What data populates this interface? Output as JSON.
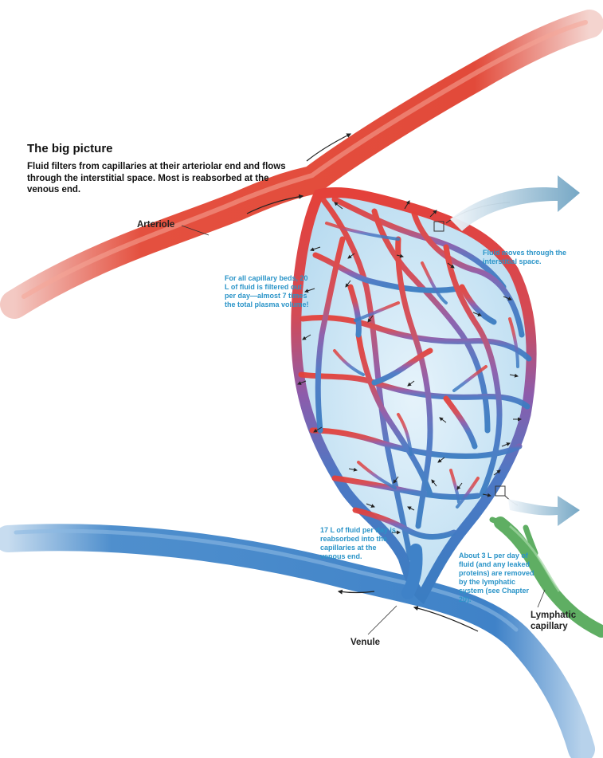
{
  "title": "The big picture",
  "intro": "Fluid filters from capillaries at their arteriolar end and flows through the interstitial space. Most is reabsorbed at the venous end.",
  "labels": {
    "arteriole": "Arteriole",
    "venule": "Venule",
    "lymphatic": "Lymphatic capillary"
  },
  "notes": {
    "filtered": "For all capillary beds, 20 L of fluid is filtered out per day—almost 7 times the total plasma volume!",
    "interstitial": "Fluid moves through the interstitial space.",
    "reabsorbed": "17 L of fluid per day is reabsorbed into the capillaries at the venous end.",
    "lymph": "About 3 L per day of fluid (and any leaked proteins) are removed by the lymphatic system (see Chapter 20)."
  },
  "colors": {
    "arteriole": "#e2483a",
    "venule": "#3f82c8",
    "lymphatic": "#5fae63",
    "annotation": "#2a94c8",
    "interstitial_fluid": "#cfe6f4"
  }
}
